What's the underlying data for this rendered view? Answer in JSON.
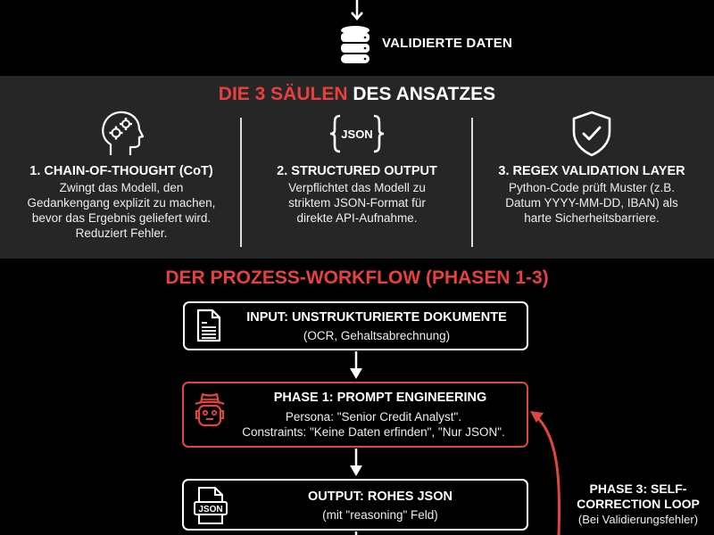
{
  "top": {
    "validated_label": "VALIDIERTE DATEN",
    "icon": "database-icon"
  },
  "pillars": {
    "title_red": "DIE 3 SÄULEN",
    "title_white": " DES ANSATZES",
    "items": [
      {
        "icon": "head-gears-icon",
        "title": "1. CHAIN-OF-THOUGHT (CoT)",
        "lines": [
          "Zwingt das Modell, den",
          "Gedankengang explizit zu machen,",
          "bevor das Ergebnis geliefert wird.",
          "Reduziert Fehler."
        ]
      },
      {
        "icon": "json-braces-icon",
        "icon_text": "JSON",
        "title": "2. STRUCTURED OUTPUT",
        "lines": [
          "Verpflichtet das Modell zu",
          "striktem JSON-Format für",
          "direkte API-Aufnahme."
        ]
      },
      {
        "icon": "shield-check-icon",
        "title": "3. REGEX VALIDATION LAYER",
        "lines": [
          "Python-Code prüft Muster (z.B.",
          "Datum YYYY-MM-DD, IBAN) als",
          "harte Sicherheitsbarriere."
        ]
      }
    ]
  },
  "workflow": {
    "title": "DER PROZESS-WORKFLOW (PHASEN 1-3)",
    "steps": [
      {
        "icon": "document-icon",
        "title": "INPUT: UNSTRUKTURIERTE DOKUMENTE",
        "lines": [
          "(OCR, Gehaltsabrechnung)"
        ]
      },
      {
        "icon": "robot-hat-icon",
        "title": "PHASE 1: PROMPT ENGINEERING",
        "lines": [
          "Persona: \"Senior Credit Analyst\".",
          "Constraints: \"Keine Daten erfinden\", \"Nur JSON\"."
        ]
      },
      {
        "icon": "json-file-icon",
        "icon_text": "JSON",
        "title": "OUTPUT: ROHES JSON",
        "lines": [
          "(mit \"reasoning\" Feld)"
        ]
      }
    ],
    "loop": {
      "title_lines": [
        "PHASE 3: SELF-",
        "CORRECTION LOOP"
      ],
      "sub": "(Bei Validierungsfehler)"
    }
  },
  "colors": {
    "accent_red": "#e8403f",
    "band_gray": "#262626",
    "background": "#000000",
    "text": "#ffffff"
  }
}
